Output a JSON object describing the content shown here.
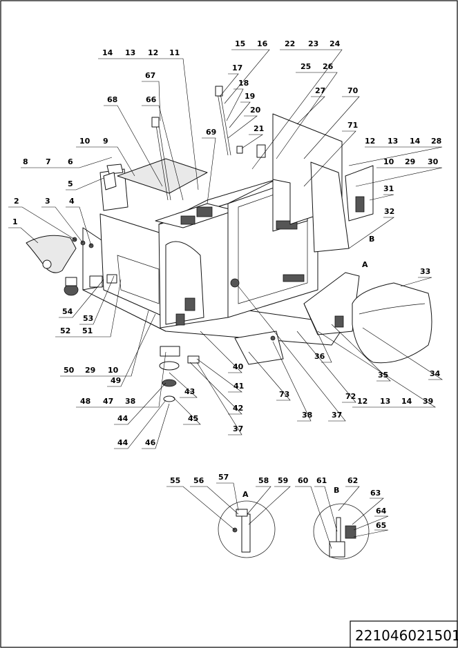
{
  "document_number": "221046021501",
  "callouts": [
    "1",
    "2",
    "3",
    "4",
    "5",
    "6",
    "7",
    "8",
    "9",
    "10",
    "11",
    "12",
    "13",
    "14",
    "15",
    "16",
    "17",
    "18",
    "19",
    "20",
    "21",
    "22",
    "23",
    "24",
    "25",
    "26",
    "27",
    "28",
    "29",
    "30",
    "31",
    "32",
    "33",
    "34",
    "35",
    "36",
    "37",
    "38",
    "39",
    "40",
    "41",
    "42",
    "43",
    "44",
    "45",
    "46",
    "47",
    "48",
    "49",
    "50",
    "51",
    "52",
    "53",
    "54",
    "55",
    "56",
    "57",
    "58",
    "59",
    "60",
    "61",
    "62",
    "63",
    "64",
    "65",
    "66",
    "67",
    "68",
    "69",
    "70",
    "71",
    "72",
    "73"
  ],
  "detail_labels": {
    "a": "A",
    "b": "B"
  }
}
